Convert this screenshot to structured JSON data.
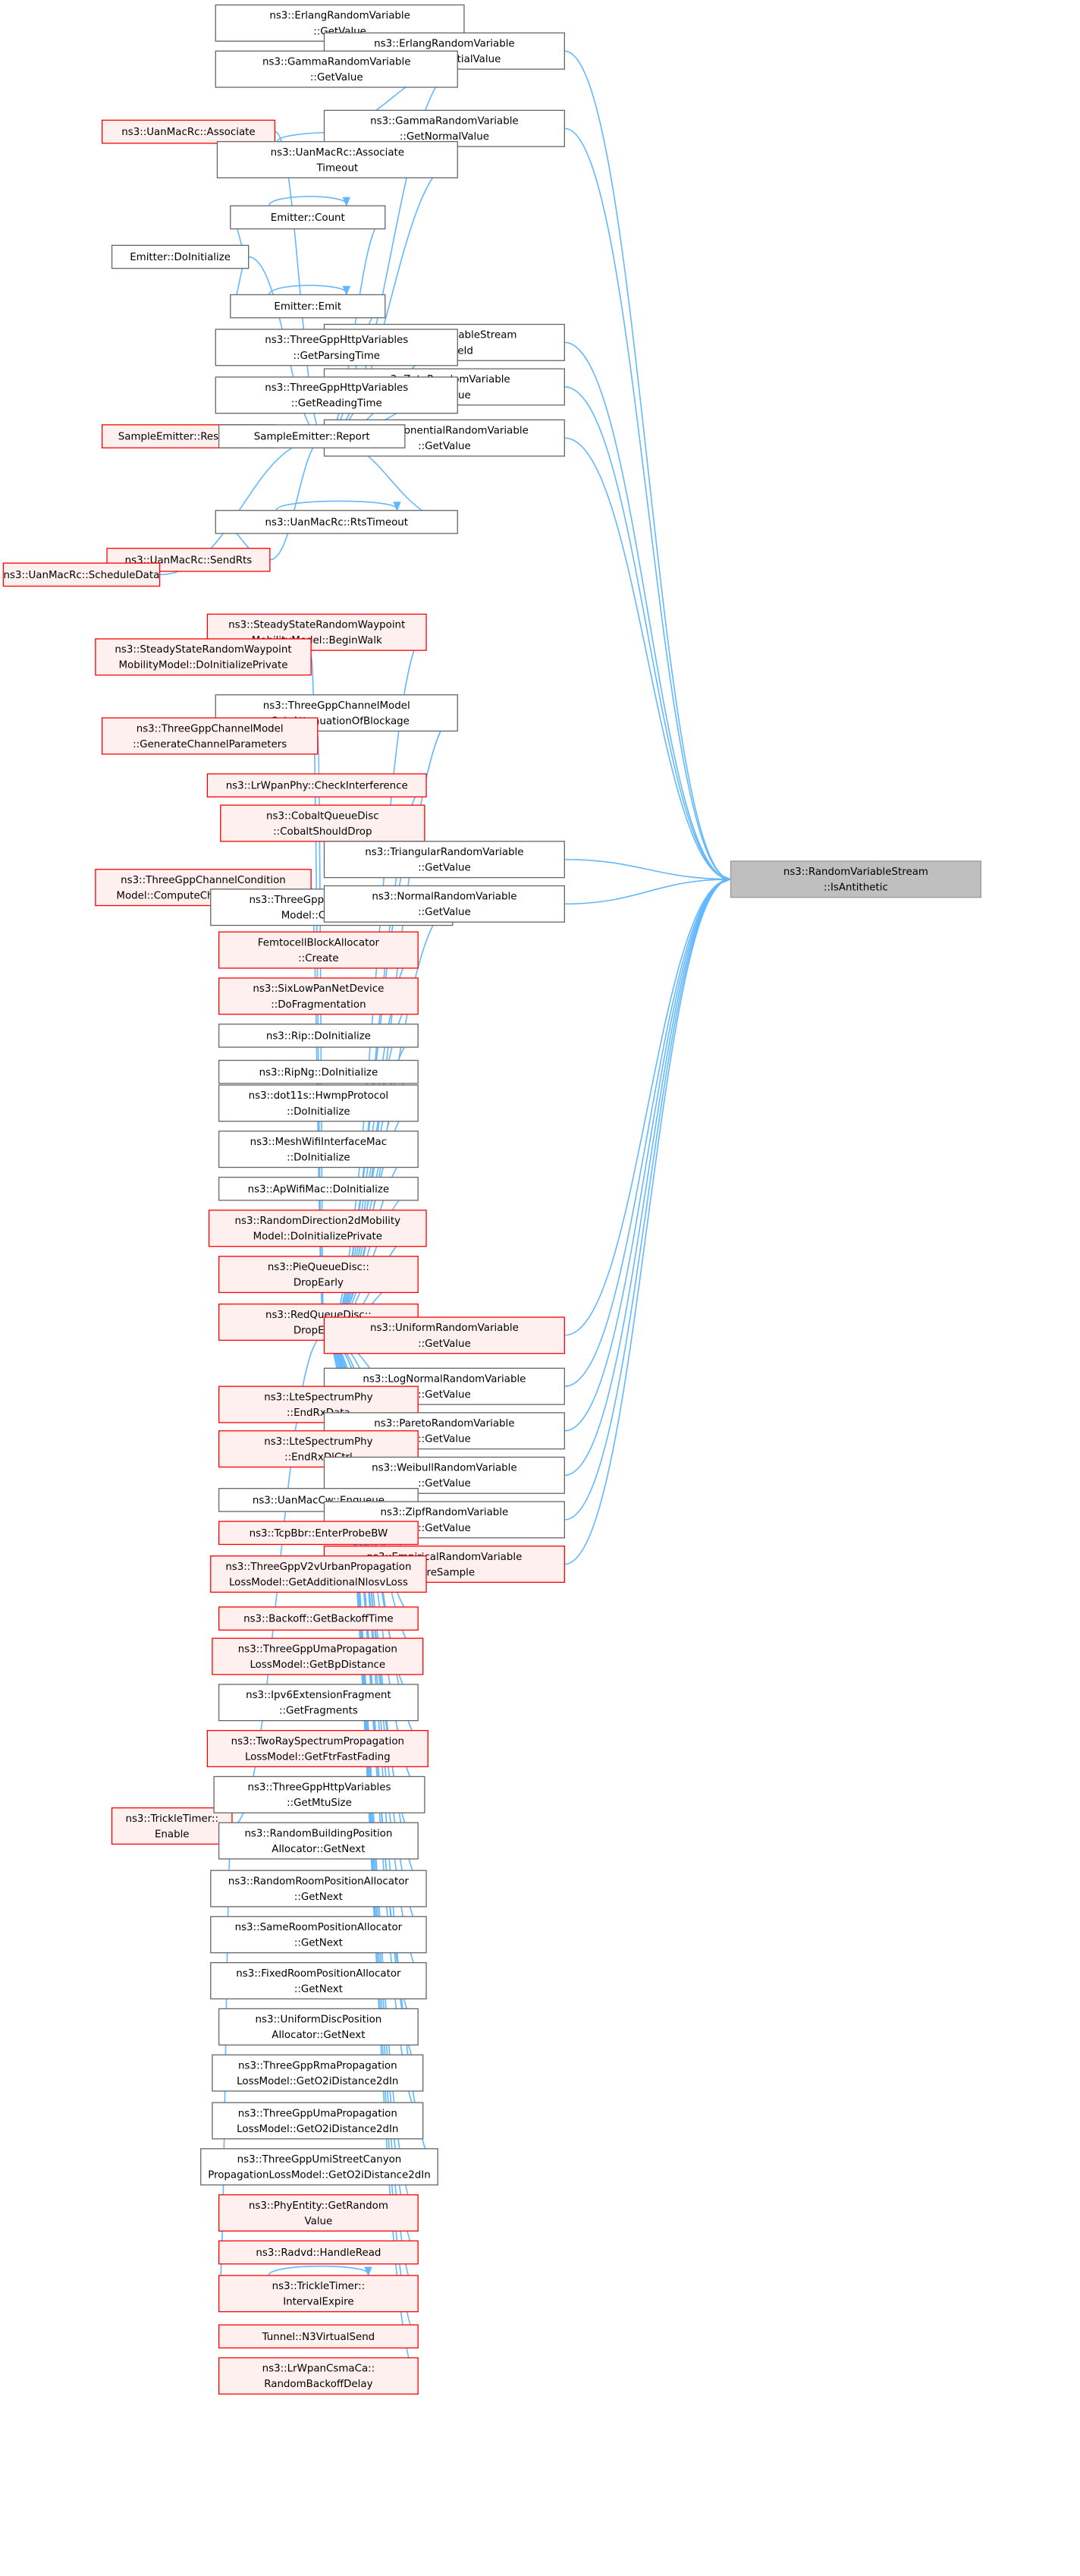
{
  "colors": {
    "edge": "#63b8ff",
    "node_fill": "#ffffff",
    "node_border": "#666666",
    "truncated_fill": "#fff0f0",
    "truncated_border": "#ff0000",
    "root_fill": "#bfbfbf",
    "root_border": "#999999"
  },
  "nodes": [
    {
      "id": "erlang_gv",
      "lines": [
        "ns3::ErlangRandomVariable",
        "::GetValue"
      ],
      "style": "normal"
    },
    {
      "id": "erlang_gev",
      "lines": [
        "ns3::ErlangRandomVariable",
        "::GetExponentialValue"
      ],
      "style": "normal"
    },
    {
      "id": "gamma_gv",
      "lines": [
        "ns3::GammaRandomVariable",
        "::GetValue"
      ],
      "style": "normal"
    },
    {
      "id": "gamma_gnv",
      "lines": [
        "ns3::GammaRandomVariable",
        "::GetNormalValue"
      ],
      "style": "normal"
    },
    {
      "id": "uan_assoc",
      "lines": [
        "ns3::UanMacRc::Associate"
      ],
      "style": "truncated"
    },
    {
      "id": "uan_assoc_to",
      "lines": [
        "ns3::UanMacRc::Associate",
        "Timeout"
      ],
      "style": "normal"
    },
    {
      "id": "emitter_count",
      "lines": [
        "Emitter::Count"
      ],
      "style": "normal"
    },
    {
      "id": "emitter_doinit",
      "lines": [
        "Emitter::DoInitialize"
      ],
      "style": "normal"
    },
    {
      "id": "emitter_emit",
      "lines": [
        "Emitter::Emit"
      ],
      "style": "normal"
    },
    {
      "id": "rvs_typeid",
      "lines": [
        "ns3::RandomVariableStream",
        "::GetTypeId"
      ],
      "style": "normal"
    },
    {
      "id": "zeta_gv",
      "lines": [
        "ns3::ZetaRandomVariable",
        "::GetValue"
      ],
      "style": "normal"
    },
    {
      "id": "http_parse",
      "lines": [
        "ns3::ThreeGppHttpVariables",
        "::GetParsingTime"
      ],
      "style": "normal"
    },
    {
      "id": "http_read",
      "lines": [
        "ns3::ThreeGppHttpVariables",
        "::GetReadingTime"
      ],
      "style": "normal"
    },
    {
      "id": "exp_gv",
      "lines": [
        "ns3::ExponentialRandomVariable",
        "::GetValue"
      ],
      "style": "normal"
    },
    {
      "id": "sample_resched",
      "lines": [
        "SampleEmitter::Reschedule"
      ],
      "style": "truncated"
    },
    {
      "id": "sample_report",
      "lines": [
        "SampleEmitter::Report"
      ],
      "style": "normal"
    },
    {
      "id": "uan_rts_to",
      "lines": [
        "ns3::UanMacRc::RtsTimeout"
      ],
      "style": "normal"
    },
    {
      "id": "uan_sendrts",
      "lines": [
        "ns3::UanMacRc::SendRts"
      ],
      "style": "truncated"
    },
    {
      "id": "uan_sched",
      "lines": [
        "ns3::UanMacRc::ScheduleData"
      ],
      "style": "truncated"
    },
    {
      "id": "ss_beginwalk",
      "lines": [
        "ns3::SteadyStateRandomWaypoint",
        "MobilityModel::BeginWalk"
      ],
      "style": "truncated"
    },
    {
      "id": "ss_doinit",
      "lines": [
        "ns3::SteadyStateRandomWaypoint",
        "MobilityModel::DoInitializePrivate"
      ],
      "style": "truncated"
    },
    {
      "id": "tgcm_calc",
      "lines": [
        "ns3::ThreeGppChannelModel",
        "::CalcAttenuationOfBlockage"
      ],
      "style": "normal"
    },
    {
      "id": "tgcm_gen",
      "lines": [
        "ns3::ThreeGppChannelModel",
        "::GenerateChannelParameters"
      ],
      "style": "truncated"
    },
    {
      "id": "lrwpan_ci",
      "lines": [
        "ns3::LrWpanPhy::CheckInterference"
      ],
      "style": "truncated"
    },
    {
      "id": "cobalt",
      "lines": [
        "ns3::CobaltQueueDisc",
        "::CobaltShouldDrop"
      ],
      "style": "truncated"
    },
    {
      "id": "tgcc_compute",
      "lines": [
        "ns3::ThreeGppChannelCondition",
        "Model::ComputeChannelCondition"
      ],
      "style": "truncated"
    },
    {
      "id": "tgcc_o2i",
      "lines": [
        "ns3::ThreeGppChannelCondition",
        "Model::ComputeO2i"
      ],
      "style": "normal"
    },
    {
      "id": "triangular_gv",
      "lines": [
        "ns3::TriangularRandomVariable",
        "::GetValue"
      ],
      "style": "normal"
    },
    {
      "id": "root",
      "lines": [
        "ns3::RandomVariableStream",
        "::IsAntithetic"
      ],
      "style": "root"
    },
    {
      "id": "normal_gv",
      "lines": [
        "ns3::NormalRandomVariable",
        "::GetValue"
      ],
      "style": "normal"
    },
    {
      "id": "femto",
      "lines": [
        "FemtocellBlockAllocator",
        "::Create"
      ],
      "style": "truncated"
    },
    {
      "id": "sixlowpan",
      "lines": [
        "ns3::SixLowPanNetDevice",
        "::DoFragmentation"
      ],
      "style": "truncated"
    },
    {
      "id": "rip",
      "lines": [
        "ns3::Rip::DoInitialize"
      ],
      "style": "normal"
    },
    {
      "id": "ripng",
      "lines": [
        "ns3::RipNg::DoInitialize"
      ],
      "style": "normal"
    },
    {
      "id": "hwmp",
      "lines": [
        "ns3::dot11s::HwmpProtocol",
        "::DoInitialize"
      ],
      "style": "normal"
    },
    {
      "id": "meshwifi",
      "lines": [
        "ns3::MeshWifiInterfaceMac",
        "::DoInitialize"
      ],
      "style": "normal"
    },
    {
      "id": "apwifi",
      "lines": [
        "ns3::ApWifiMac::DoInitialize"
      ],
      "style": "normal"
    },
    {
      "id": "rd2d",
      "lines": [
        "ns3::RandomDirection2dMobility",
        "Model::DoInitializePrivate"
      ],
      "style": "truncated"
    },
    {
      "id": "pie",
      "lines": [
        "ns3::PieQueueDisc::",
        "DropEarly"
      ],
      "style": "truncated"
    },
    {
      "id": "red",
      "lines": [
        "ns3::RedQueueDisc::",
        "DropEarly"
      ],
      "style": "truncated"
    },
    {
      "id": "uniform_gv",
      "lines": [
        "ns3::UniformRandomVariable",
        "::GetValue"
      ],
      "style": "truncated"
    },
    {
      "id": "lognormal_gv",
      "lines": [
        "ns3::LogNormalRandomVariable",
        "::GetValue"
      ],
      "style": "normal"
    },
    {
      "id": "lte_rxdata",
      "lines": [
        "ns3::LteSpectrumPhy",
        "::EndRxData"
      ],
      "style": "truncated"
    },
    {
      "id": "pareto_gv",
      "lines": [
        "ns3::ParetoRandomVariable",
        "::GetValue"
      ],
      "style": "normal"
    },
    {
      "id": "lte_rxdl",
      "lines": [
        "ns3::LteSpectrumPhy",
        "::EndRxDlCtrl"
      ],
      "style": "truncated"
    },
    {
      "id": "weibull_gv",
      "lines": [
        "ns3::WeibullRandomVariable",
        "::GetValue"
      ],
      "style": "normal"
    },
    {
      "id": "uancw",
      "lines": [
        "ns3::UanMacCw::Enqueue"
      ],
      "style": "normal"
    },
    {
      "id": "zipf_gv",
      "lines": [
        "ns3::ZipfRandomVariable",
        "::GetValue"
      ],
      "style": "normal"
    },
    {
      "id": "tcpbbr",
      "lines": [
        "ns3::TcpBbr::EnterProbeBW"
      ],
      "style": "truncated"
    },
    {
      "id": "empirical",
      "lines": [
        "ns3::EmpiricalRandomVariable",
        "::PreSample"
      ],
      "style": "truncated"
    },
    {
      "id": "v2v",
      "lines": [
        "ns3::ThreeGppV2vUrbanPropagation",
        "LossModel::GetAdditionalNlosvLoss"
      ],
      "style": "truncated"
    },
    {
      "id": "backoff",
      "lines": [
        "ns3::Backoff::GetBackoffTime"
      ],
      "style": "truncated"
    },
    {
      "id": "uma_bp",
      "lines": [
        "ns3::ThreeGppUmaPropagation",
        "LossModel::GetBpDistance"
      ],
      "style": "truncated"
    },
    {
      "id": "ipv6frag",
      "lines": [
        "ns3::Ipv6ExtensionFragment",
        "::GetFragments"
      ],
      "style": "normal"
    },
    {
      "id": "tworay",
      "lines": [
        "ns3::TwoRaySpectrumPropagation",
        "LossModel::GetFtrFastFading"
      ],
      "style": "truncated"
    },
    {
      "id": "trickle_enable",
      "lines": [
        "ns3::TrickleTimer::",
        "Enable"
      ],
      "style": "truncated"
    },
    {
      "id": "http_mtu",
      "lines": [
        "ns3::ThreeGppHttpVariables",
        "::GetMtuSize"
      ],
      "style": "normal"
    },
    {
      "id": "rbp",
      "lines": [
        "ns3::RandomBuildingPosition",
        "Allocator::GetNext"
      ],
      "style": "normal"
    },
    {
      "id": "rrp",
      "lines": [
        "ns3::RandomRoomPositionAllocator",
        "::GetNext"
      ],
      "style": "normal"
    },
    {
      "id": "srp",
      "lines": [
        "ns3::SameRoomPositionAllocator",
        "::GetNext"
      ],
      "style": "normal"
    },
    {
      "id": "frp",
      "lines": [
        "ns3::FixedRoomPositionAllocator",
        "::GetNext"
      ],
      "style": "normal"
    },
    {
      "id": "udp",
      "lines": [
        "ns3::UniformDiscPosition",
        "Allocator::GetNext"
      ],
      "style": "normal"
    },
    {
      "id": "rma_o2i",
      "lines": [
        "ns3::ThreeGppRmaPropagation",
        "LossModel::GetO2iDistance2dIn"
      ],
      "style": "normal"
    },
    {
      "id": "uma_o2i",
      "lines": [
        "ns3::ThreeGppUmaPropagation",
        "LossModel::GetO2iDistance2dIn"
      ],
      "style": "normal"
    },
    {
      "id": "umi_o2i",
      "lines": [
        "ns3::ThreeGppUmiStreetCanyon",
        "PropagationLossModel::GetO2iDistance2dIn"
      ],
      "style": "normal"
    },
    {
      "id": "phyentity",
      "lines": [
        "ns3::PhyEntity::GetRandom",
        "Value"
      ],
      "style": "truncated"
    },
    {
      "id": "radvd",
      "lines": [
        "ns3::Radvd::HandleRead"
      ],
      "style": "truncated"
    },
    {
      "id": "trickle_ie",
      "lines": [
        "ns3::TrickleTimer::",
        "IntervalExpire"
      ],
      "style": "truncated"
    },
    {
      "id": "tunnel",
      "lines": [
        "Tunnel::N3VirtualSend"
      ],
      "style": "truncated"
    },
    {
      "id": "lrwpan_csma",
      "lines": [
        "ns3::LrWpanCsmaCa::",
        "RandomBackoffDelay"
      ],
      "style": "truncated"
    }
  ]
}
